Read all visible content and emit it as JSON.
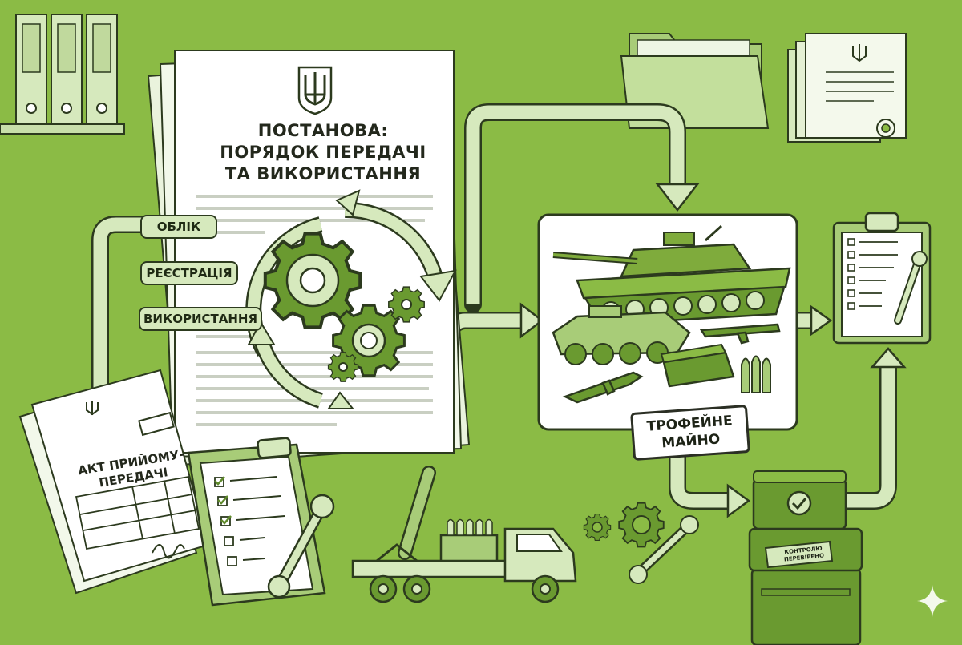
{
  "document": {
    "title_line1": "ПОСТАНОВА:",
    "title_line2": "ПОРЯДОК ПЕРЕДАЧІ",
    "title_line3": "ТА ВИКОРИСТАННЯ"
  },
  "steps": [
    {
      "label": "ОБЛІК"
    },
    {
      "label": "РЕЄСТРАЦІЯ"
    },
    {
      "label": "ВИКОРИСТАННЯ"
    }
  ],
  "act": {
    "title": "АКТ ПРИЙОМУ-ПЕРЕДАЧІ"
  },
  "stamp": {
    "line1": "ТРОФЕЙНЕ",
    "line2": "МАЙНО"
  },
  "crate": {
    "label": "КОНТРОЛЮ ПЕРЕВІРЕНО"
  },
  "icons": [
    "trident-icon",
    "gear-icon",
    "binder-icon",
    "folder-icon",
    "clipboard-icon",
    "wrench-icon",
    "tank-icon",
    "apc-icon",
    "rifle-icon",
    "ammo-box-icon",
    "cartridge-icon",
    "mortar-truck-icon",
    "crate-icon",
    "checkmark-icon",
    "sparkle-icon"
  ],
  "colors": {
    "background": "#8bbb45",
    "dark_green": "#5e8a2a",
    "light_green": "#d6e9bd",
    "outline": "#2c3a1e"
  }
}
